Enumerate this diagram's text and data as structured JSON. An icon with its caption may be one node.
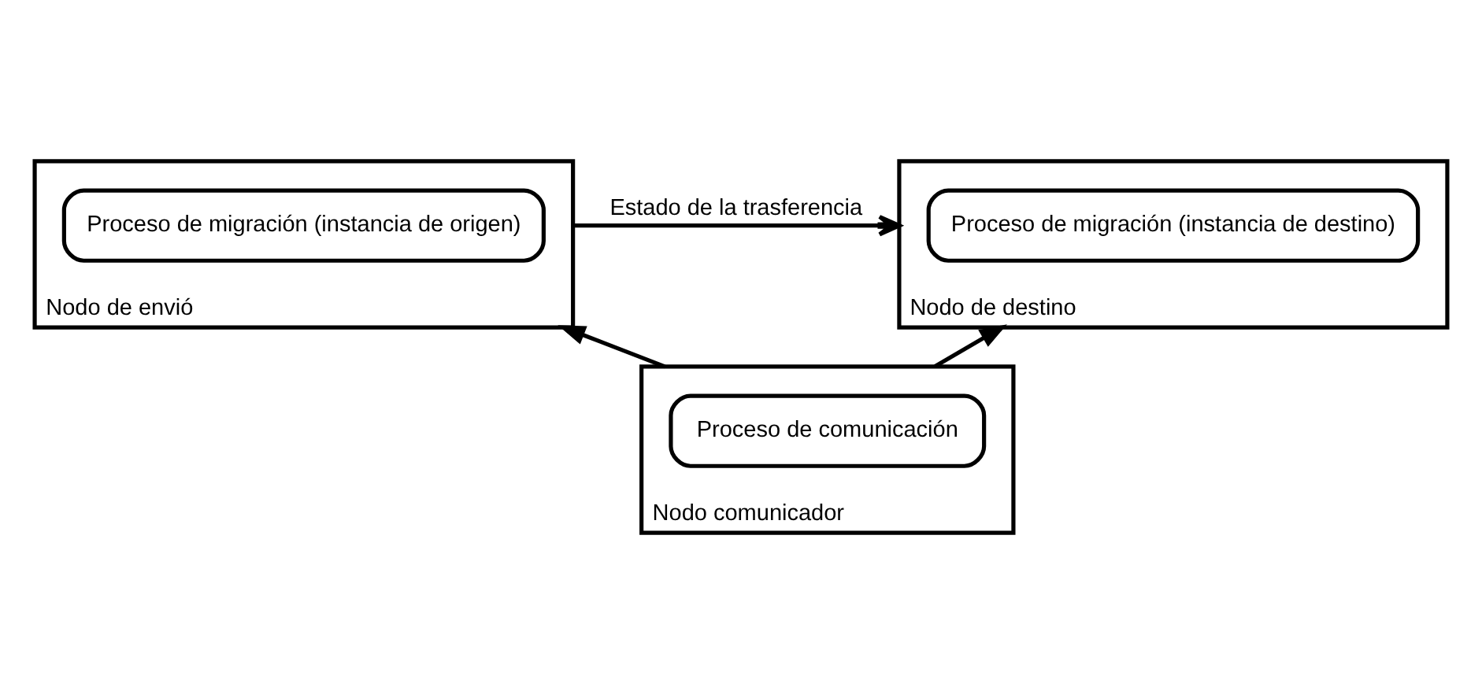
{
  "diagram": {
    "nodes": [
      {
        "text": [
          "Nodo de envió"
        ]
      },
      {
        "text": [
          "Proceso de migración (instancia de origen)"
        ],
        "in": 0
      },
      {
        "text": [
          "Nodo de destino"
        ]
      },
      {
        "text": [
          "Proceso de migración (instancia de destino)"
        ],
        "in": 2
      },
      {
        "text": [
          "Nodo comunicador"
        ]
      },
      {
        "text": [
          "Proceso de comunicación"
        ],
        "in": 4
      }
    ],
    "edges": [
      {
        "from": 0,
        "to": 2,
        "arrow": "to",
        "label": "Estado de la trasferencia"
      },
      {
        "from": 4,
        "to": 0,
        "arrow": "to"
      },
      {
        "from": 4,
        "to": 2,
        "arrow": "to"
      }
    ]
  }
}
